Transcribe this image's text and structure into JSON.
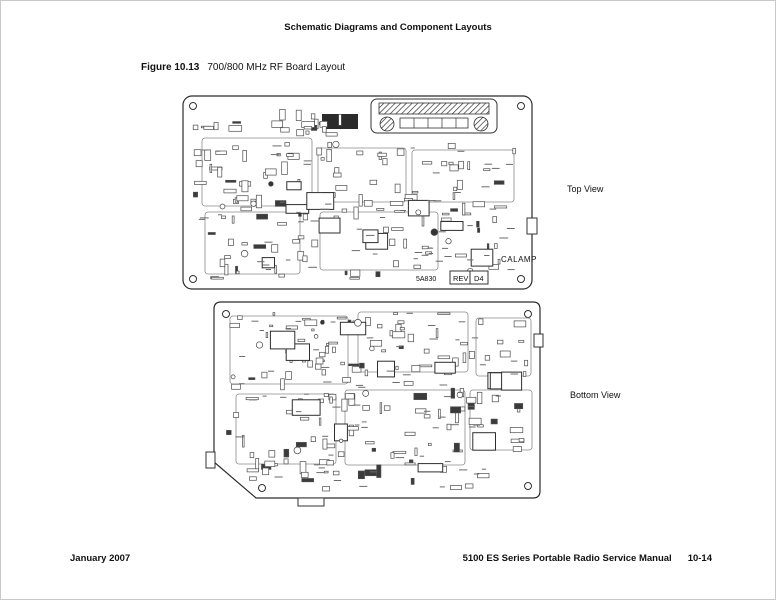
{
  "page": {
    "header": "Schematic Diagrams and Component Layouts",
    "figure": {
      "label": "Figure 10.13",
      "title": "700/800 MHz RF Board Layout"
    },
    "views": {
      "top": "Top View",
      "bottom": "Bottom View"
    },
    "board_markings": {
      "manufacturer": "CALAMP",
      "rev_label": "REV",
      "rev_value": "D4",
      "assembly_number": "5A830"
    },
    "footer": {
      "date": "January 2007",
      "manual_title": "5100 ES Series Portable Radio Service Manual",
      "page_number": "10-14"
    }
  }
}
